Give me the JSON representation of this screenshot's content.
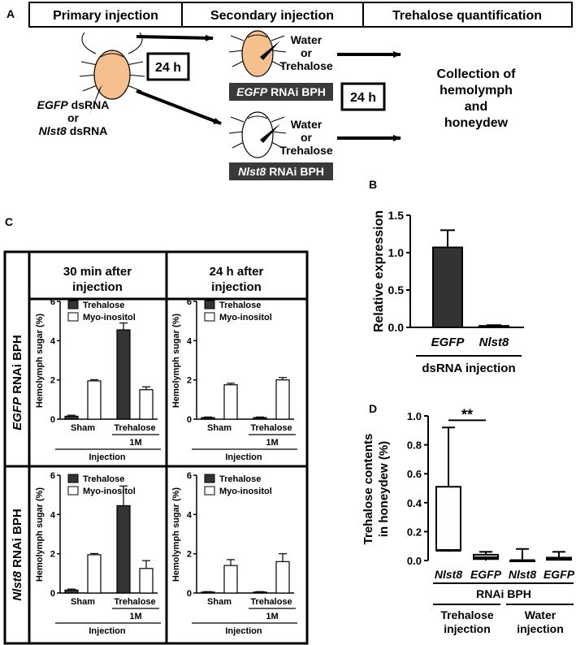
{
  "panel_a": {
    "label": "A",
    "stages": [
      "Primary injection",
      "Secondary injection",
      "Trehalose quantification"
    ],
    "primary_dsrna_1_gene": "EGFP",
    "primary_dsrna_1_suffix": " dsRNA",
    "primary_or": "or",
    "primary_dsrna_2_gene": "Nlst8",
    "primary_dsrna_2_suffix": " dsRNA",
    "time_1": "24 h",
    "time_2": "24 h",
    "treat_top_1": "Water",
    "treat_top_2": "or",
    "treat_top_3": "Trehalose",
    "treat_bot_1": "Water",
    "treat_bot_2": "or",
    "treat_bot_3": "Trehalose",
    "egfp_label_gene": "EGFP",
    "egfp_label_suffix": " RNAi BPH",
    "nlst8_label_gene": "Nlst8",
    "nlst8_label_suffix": " RNAi BPH",
    "collection_1": "Collection of",
    "collection_2": "hemolymph",
    "collection_3": "and",
    "collection_4": "honeydew",
    "colors": {
      "insect_body": "#F5C08E",
      "label_box": "#3A3A3A"
    }
  },
  "chart_data": [
    {
      "panel": "B",
      "type": "bar",
      "ylabel": "Relative expression",
      "xlabel": "dsRNA injection",
      "categories": [
        "EGFP",
        "Nlst8"
      ],
      "values": [
        1.07,
        0.02
      ],
      "errors": [
        0.23,
        0.01
      ],
      "ylim": [
        0,
        1.5
      ],
      "yticks": [
        "0.0",
        "0.5",
        "1.0",
        "1.5"
      ],
      "colors": [
        "#333333",
        "#333333"
      ]
    },
    {
      "panel": "C",
      "type": "bar",
      "col_headers": [
        "30 min after injection",
        "24 h after injection"
      ],
      "col_header_lines": [
        [
          "30 min after",
          "injection"
        ],
        [
          "24 h after",
          "injection"
        ]
      ],
      "row_headers": [
        {
          "gene": "EGFP",
          "suffix": " RNAi BPH"
        },
        {
          "gene": "Nlst8",
          "suffix": " RNAi BPH"
        }
      ],
      "ylabel": "Hemolymph sugar (%)",
      "ylim": [
        0,
        6
      ],
      "yticks": [
        "0",
        "2",
        "4",
        "6"
      ],
      "legend": [
        "Trehalose",
        "Myo-inositol"
      ],
      "groups": [
        "Sham",
        "Trehalose"
      ],
      "dose_label": "1M",
      "xlabel": "Injection",
      "subplots": [
        {
          "trehalose": [
            0.15,
            4.55
          ],
          "trehalose_err": [
            0.05,
            0.35
          ],
          "myo": [
            1.95,
            1.5
          ],
          "myo_err": [
            0.06,
            0.15
          ]
        },
        {
          "trehalose": [
            0.08,
            0.08
          ],
          "trehalose_err": [
            0.03,
            0.03
          ],
          "myo": [
            1.75,
            2.0
          ],
          "myo_err": [
            0.08,
            0.12
          ]
        },
        {
          "trehalose": [
            0.15,
            4.45
          ],
          "trehalose_err": [
            0.05,
            1.0
          ],
          "myo": [
            1.95,
            1.25
          ],
          "myo_err": [
            0.06,
            0.4
          ]
        },
        {
          "trehalose": [
            0.05,
            0.05
          ],
          "trehalose_err": [
            0.02,
            0.02
          ],
          "myo": [
            1.4,
            1.6
          ],
          "myo_err": [
            0.3,
            0.4
          ]
        }
      ],
      "colors": {
        "trehalose": "#333333",
        "myo": "#ffffff"
      }
    },
    {
      "panel": "D",
      "type": "box",
      "ylabel_lines": [
        "Trehalose contents",
        "in honeydew (%)"
      ],
      "ylim": [
        0,
        1.0
      ],
      "yticks": [
        "0.0",
        "0.2",
        "0.4",
        "0.6",
        "0.8",
        "1.0"
      ],
      "categories": [
        "Nlst8",
        "EGFP",
        "Nlst8",
        "EGFP"
      ],
      "boxes": [
        {
          "min": 0.06,
          "q1": 0.07,
          "median": 0.07,
          "q3": 0.51,
          "max": 0.92
        },
        {
          "min": 0.0,
          "q1": 0.01,
          "median": 0.02,
          "q3": 0.04,
          "max": 0.06
        },
        {
          "min": 0.0,
          "q1": 0.0,
          "median": 0.0,
          "q3": 0.0,
          "max": 0.08
        },
        {
          "min": 0.0,
          "q1": 0.005,
          "median": 0.01,
          "q3": 0.02,
          "max": 0.06
        }
      ],
      "significance": "**",
      "group_label": "RNAi BPH",
      "injection_groups": [
        [
          "Trehalose",
          "injection"
        ],
        [
          "Water",
          "injection"
        ]
      ]
    }
  ],
  "panel_labels": {
    "b": "B",
    "c": "C",
    "d": "D"
  }
}
